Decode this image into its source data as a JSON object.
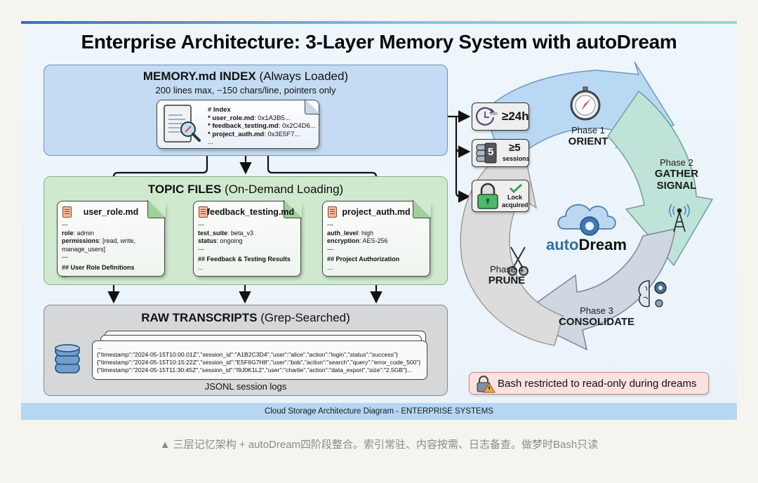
{
  "title": "Enterprise Architecture: 3-Layer Memory System with autoDream",
  "layers": {
    "index": {
      "title_bold": "MEMORY.md INDEX",
      "title_rest": " (Always Loaded)",
      "subtitle": "200 lines max, ~150 chars/line, pointers only",
      "doc_lines": [
        {
          "key": "# Index",
          "val": ""
        },
        {
          "key": "* user_role.md",
          "val": ": 0x1A3B5..."
        },
        {
          "key": "* feedback_testing.md",
          "val": ": 0x2C4D6..."
        },
        {
          "key": "* project_auth.md",
          "val": ": 0x3E5F7..."
        },
        {
          "key": "",
          "val": "..."
        }
      ]
    },
    "topics": {
      "title_bold": "TOPIC FILES",
      "title_rest": " (On-Demand Loading)",
      "files": [
        {
          "name": "user_role.md",
          "lines": [
            [
              "---",
              ""
            ],
            [
              "role",
              ": admin"
            ],
            [
              "permissions",
              ": [read, write, manage_users]"
            ],
            [
              "---",
              ""
            ],
            [
              "## User Role Definitions",
              ""
            ],
            [
              "...",
              ""
            ]
          ]
        },
        {
          "name": "feedback_testing.md",
          "lines": [
            [
              "---",
              ""
            ],
            [
              "test_suite",
              ": beta_v3"
            ],
            [
              "status",
              ": ongoing"
            ],
            [
              "---",
              ""
            ],
            [
              "## Feedback & Testing Results",
              ""
            ],
            [
              "...",
              ""
            ]
          ]
        },
        {
          "name": "project_auth.md",
          "lines": [
            [
              "---",
              ""
            ],
            [
              "auth_level",
              ": high"
            ],
            [
              "encryption",
              ": AES-256"
            ],
            [
              "---",
              ""
            ],
            [
              "## Project Authorization",
              ""
            ],
            [
              "...",
              ""
            ]
          ]
        }
      ]
    },
    "transcripts": {
      "title_bold": "RAW TRANSCRIPTS",
      "title_rest": " (Grep-Searched)",
      "lines": [
        "...",
        "{\"timestamp\":\"2024-05-15T10:00.01Z\",\"session_id\":\"A1B2C3D4\",\"user\":\"alice\",\"action\":\"login\",\"status\":\"success\"}",
        "{\"timestamp\":\"2024-05-15T10:15:22Z\",\"session_id\":\"E5F6G7H8\",\"user\":\"bob\",\"action\":\"search\",\"query\":\"error_code_500\"}",
        "{\"timestamp\":\"2024-05-15T11:30:45Z\",\"session_id\":\"I9J0K1L2\",\"user\":\"charlie\",\"action\":\"data_export\",\"size\":\"2.5GB\"}..."
      ],
      "caption": "JSONL session logs"
    }
  },
  "triggers": [
    {
      "icon": "clock-24h-icon",
      "small": "24h",
      "label": "≥24h"
    },
    {
      "icon": "sessions-database-icon",
      "badge": "5",
      "label": "≥5",
      "sub": "sessions"
    },
    {
      "icon": "padlock-icon",
      "label": "Lock",
      "sub": "acquired"
    }
  ],
  "cycle": {
    "center_a": "auto",
    "center_b": "Dream",
    "phases": [
      {
        "num": "Phase 1",
        "name": "ORIENT",
        "icon": "compass-icon",
        "color": "#b9d8f2"
      },
      {
        "num": "Phase 2",
        "name": "GATHER",
        "name2": "SIGNAL",
        "icon": "signal-tower-icon",
        "color": "#bfe3d9"
      },
      {
        "num": "Phase 3",
        "name": "CONSOLIDATE",
        "icon": "brain-gears-icon",
        "color": "#cfd8e2"
      },
      {
        "num": "Phase 4",
        "name": "PRUNE",
        "icon": "scissors-icon",
        "color": "#dcdcdc"
      }
    ]
  },
  "warning": "Bash restricted to read-only during dreams",
  "footer": "Cloud Storage Architecture Diagram - ENTERPRISE SYSTEMS",
  "caption": "▲ 三层记忆架构 + autoDream四阶段整合。索引常驻、内容按需、日志备查。做梦时Bash只读"
}
